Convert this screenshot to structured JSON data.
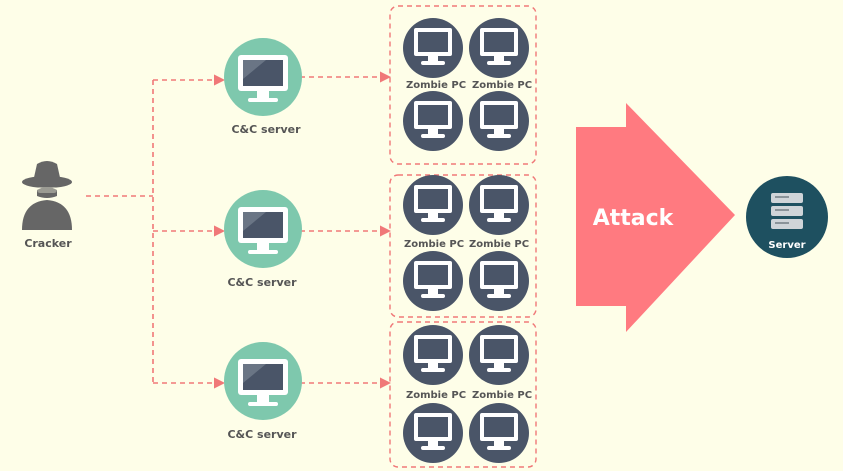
{
  "cracker": {
    "label": "Cracker"
  },
  "cc_servers": [
    {
      "label": "C&C server"
    },
    {
      "label": "C&C server"
    },
    {
      "label": "C&C server"
    }
  ],
  "zombie_groups": [
    {
      "pcs": [
        {
          "label": "Zombie PC"
        },
        {
          "label": "Zombie PC"
        },
        {
          "label": ""
        },
        {
          "label": ""
        }
      ]
    },
    {
      "pcs": [
        {
          "label": "Zombie PC"
        },
        {
          "label": "Zombie PC"
        },
        {
          "label": ""
        },
        {
          "label": ""
        }
      ]
    },
    {
      "pcs": [
        {
          "label": "Zombie PC"
        },
        {
          "label": "Zombie PC"
        },
        {
          "label": ""
        },
        {
          "label": ""
        }
      ]
    }
  ],
  "attack": {
    "label": "Attack"
  },
  "target": {
    "label": "Server"
  },
  "colors": {
    "background": "#fefee8",
    "cc_circle": "#7ec8ad",
    "zombie_circle": "#4a5568",
    "server_circle": "#1e5060",
    "attack_arrow": "#ff7a80",
    "dashed_line": "#f07878",
    "cracker": "#666666"
  }
}
